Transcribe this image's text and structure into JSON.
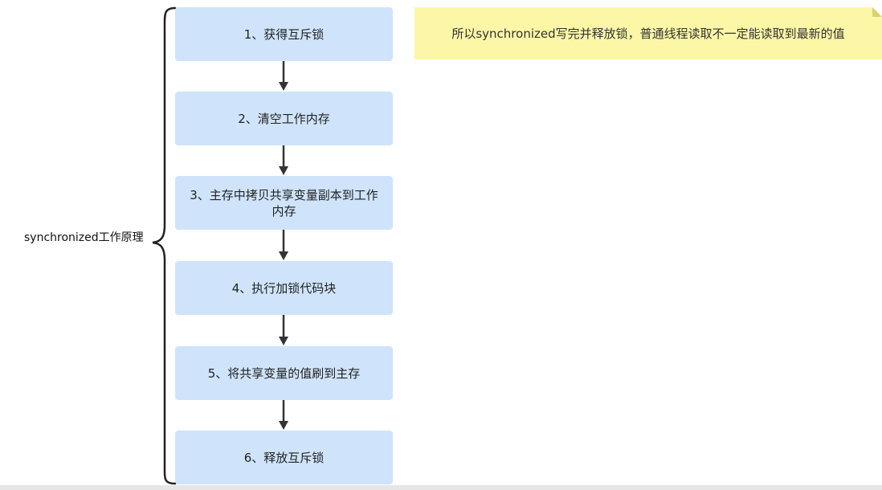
{
  "diagram": {
    "root_label": "synchronized工作原理",
    "steps": [
      "1、获得互斥锁",
      "2、清空工作内存",
      "3、主存中拷贝共享变量副本到工作内存",
      "4、执行加锁代码块",
      "5、将共享变量的值刷到主存",
      "6、释放互斥锁"
    ],
    "note": "所以synchronized写完并释放锁，普通线程读取不一定能读取到最新的值",
    "colors": {
      "step_fill": "#cfe4fb",
      "note_fill": "#fbf7a6",
      "arrow": "#333333"
    }
  }
}
